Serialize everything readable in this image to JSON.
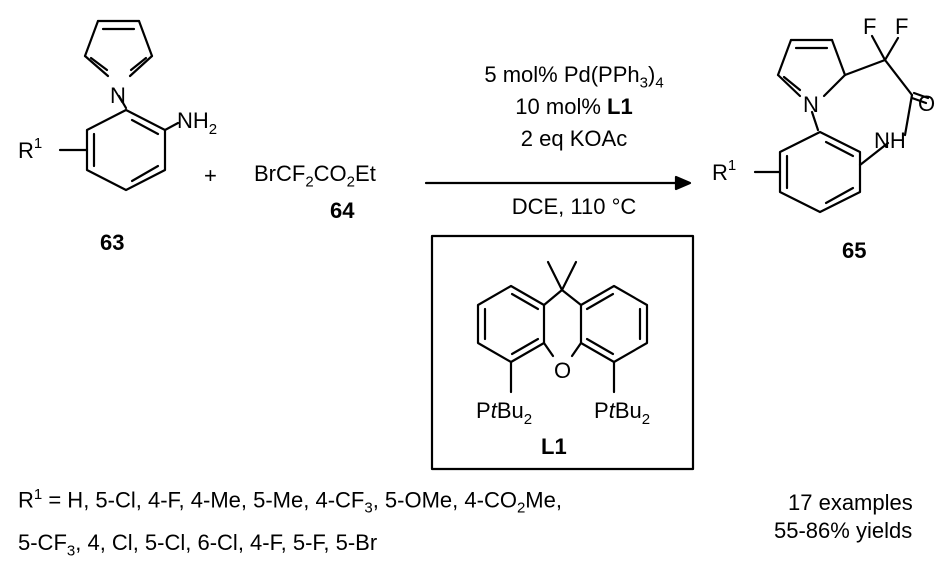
{
  "compounds": {
    "c63": "63",
    "c64": "64",
    "c65": "65",
    "ligand": "L1"
  },
  "reagent": {
    "pre": "BrCF",
    "sub2a": "2",
    "mid": "CO",
    "sub2b": "2",
    "post": "Et"
  },
  "plus": "+",
  "conditions": {
    "line1_pre": "5 mol% Pd(PPh",
    "line1_sub": "3",
    "line1_post": ")",
    "line1_sub2": "4",
    "line2_pre": "10 mol% ",
    "line2_bold": "L1",
    "line3": "2 eq KOAc",
    "line4": "DCE, 110 °C"
  },
  "atoms": {
    "N": "N",
    "NH2": "NH",
    "NH2_sub": "2",
    "R": "R",
    "R_sup": "1",
    "F": "F",
    "O": "O",
    "NH": "NH",
    "P": "P",
    "tBu": "t",
    "Bu": "Bu",
    "Bu_sub": "2"
  },
  "substituents": {
    "lead": "R",
    "lead_sup": "1",
    "text1": " = H, 5-Cl, 4-F, 4-Me, 5-Me, 4-CF",
    "sub3a": "3",
    "text2": ", 5-OMe, 4-CO",
    "sub2": "2",
    "text3": "Me,",
    "text4_pre": "5-CF",
    "sub3b": "3",
    "text4_post": ", 4, Cl, 5-Cl, 6-Cl, 4-F, 5-F, 5-Br"
  },
  "summary": {
    "examples": "17 examples",
    "yields": "55-86% yields"
  }
}
